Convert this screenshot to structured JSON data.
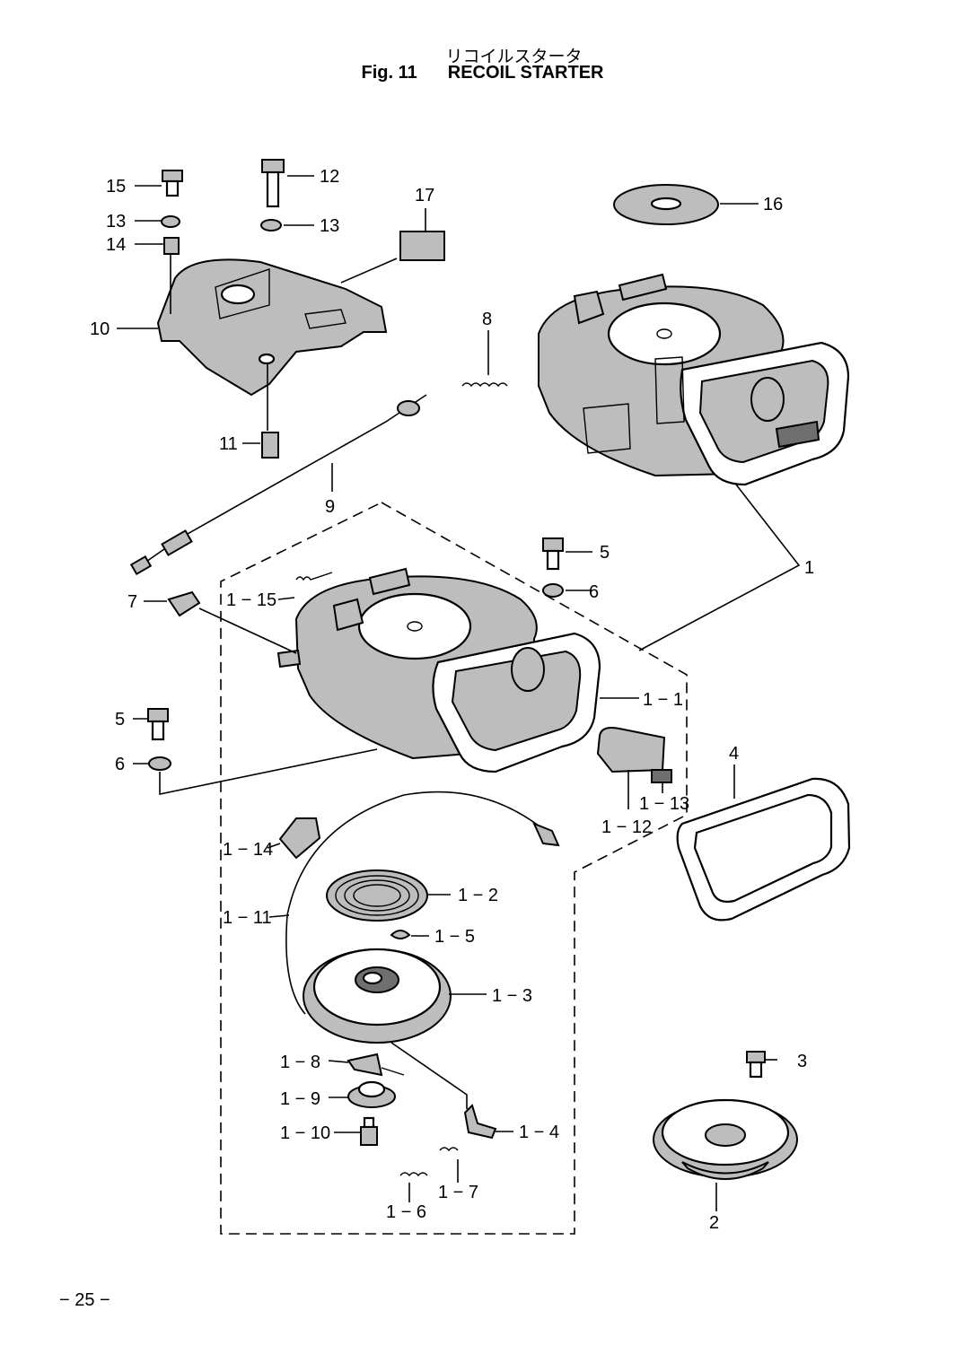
{
  "header": {
    "title_japanese": "リコイルスタータ",
    "figure_number": "Fig. 11",
    "figure_title": "RECOIL STARTER"
  },
  "footer": {
    "page_number": "− 25 −"
  },
  "callouts": [
    {
      "id": "15",
      "label": "15"
    },
    {
      "id": "12",
      "label": "12"
    },
    {
      "id": "17",
      "label": "17"
    },
    {
      "id": "16",
      "label": "16"
    },
    {
      "id": "13a",
      "label": "13"
    },
    {
      "id": "13b",
      "label": "13"
    },
    {
      "id": "14",
      "label": "14"
    },
    {
      "id": "10",
      "label": "10"
    },
    {
      "id": "8",
      "label": "8"
    },
    {
      "id": "11",
      "label": "11"
    },
    {
      "id": "9",
      "label": "9"
    },
    {
      "id": "5a",
      "label": "5"
    },
    {
      "id": "6a",
      "label": "6"
    },
    {
      "id": "1",
      "label": "1"
    },
    {
      "id": "7",
      "label": "7"
    },
    {
      "id": "1-15",
      "label": "1 − 15"
    },
    {
      "id": "1-1",
      "label": "1 − 1"
    },
    {
      "id": "5b",
      "label": "5"
    },
    {
      "id": "6b",
      "label": "6"
    },
    {
      "id": "4",
      "label": "4"
    },
    {
      "id": "1-13",
      "label": "1 − 13"
    },
    {
      "id": "1-12",
      "label": "1 − 12"
    },
    {
      "id": "1-14",
      "label": "1 − 14"
    },
    {
      "id": "1-2",
      "label": "1 − 2"
    },
    {
      "id": "1-11",
      "label": "1 − 11"
    },
    {
      "id": "1-5",
      "label": "1 − 5"
    },
    {
      "id": "1-3",
      "label": "1 − 3"
    },
    {
      "id": "1-8",
      "label": "1 − 8"
    },
    {
      "id": "3",
      "label": "3"
    },
    {
      "id": "1-9",
      "label": "1 − 9"
    },
    {
      "id": "1-4",
      "label": "1 − 4"
    },
    {
      "id": "1-10",
      "label": "1 − 10"
    },
    {
      "id": "1-7",
      "label": "1 − 7"
    },
    {
      "id": "1-6",
      "label": "1 − 6"
    },
    {
      "id": "2",
      "label": "2"
    }
  ]
}
